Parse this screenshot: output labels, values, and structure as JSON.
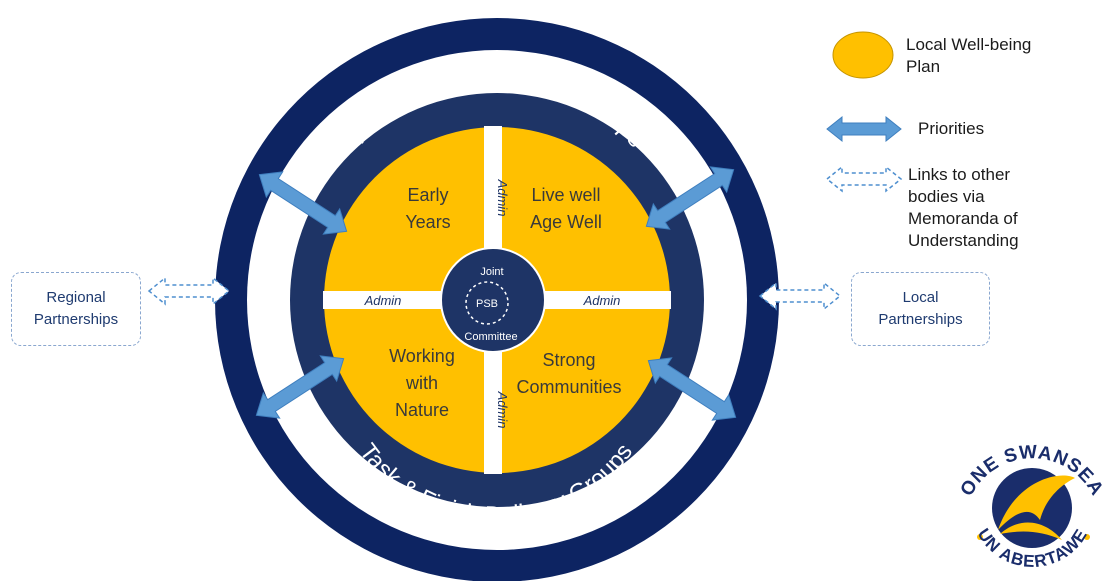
{
  "diagram": {
    "ring_top_text": "Task & Finish Delivery Groups",
    "ring_bottom_text": "Task & Finish Delivery Groups",
    "quadrants": {
      "top_left": [
        "Early",
        "Years"
      ],
      "top_right": [
        "Live well",
        "Age Well"
      ],
      "bottom_left": [
        "Working",
        "with",
        "Nature"
      ],
      "bottom_right": [
        "Strong",
        "Communities"
      ]
    },
    "admin_label": "Admin",
    "center": {
      "top": "Joint",
      "middle": "PSB",
      "bottom": "Committee"
    }
  },
  "partners": {
    "left": [
      "Regional",
      "Partnerships"
    ],
    "right": [
      "Local",
      "Partnerships"
    ]
  },
  "legend": {
    "plan": [
      "Local Well-being",
      "Plan"
    ],
    "priorities": "Priorities",
    "links": [
      "Links to other",
      "bodies via",
      "Memoranda of",
      "Understanding"
    ]
  },
  "logo": {
    "top_text": "ONE SWANSEA",
    "bottom_text": "UN ABERTAWE"
  },
  "colors": {
    "navy": "#0d2462",
    "dark_ring": "#1e3466",
    "gold": "#ffc000",
    "arrow_blue": "#5b9bd5",
    "text_dark": "#3a3a3a"
  }
}
